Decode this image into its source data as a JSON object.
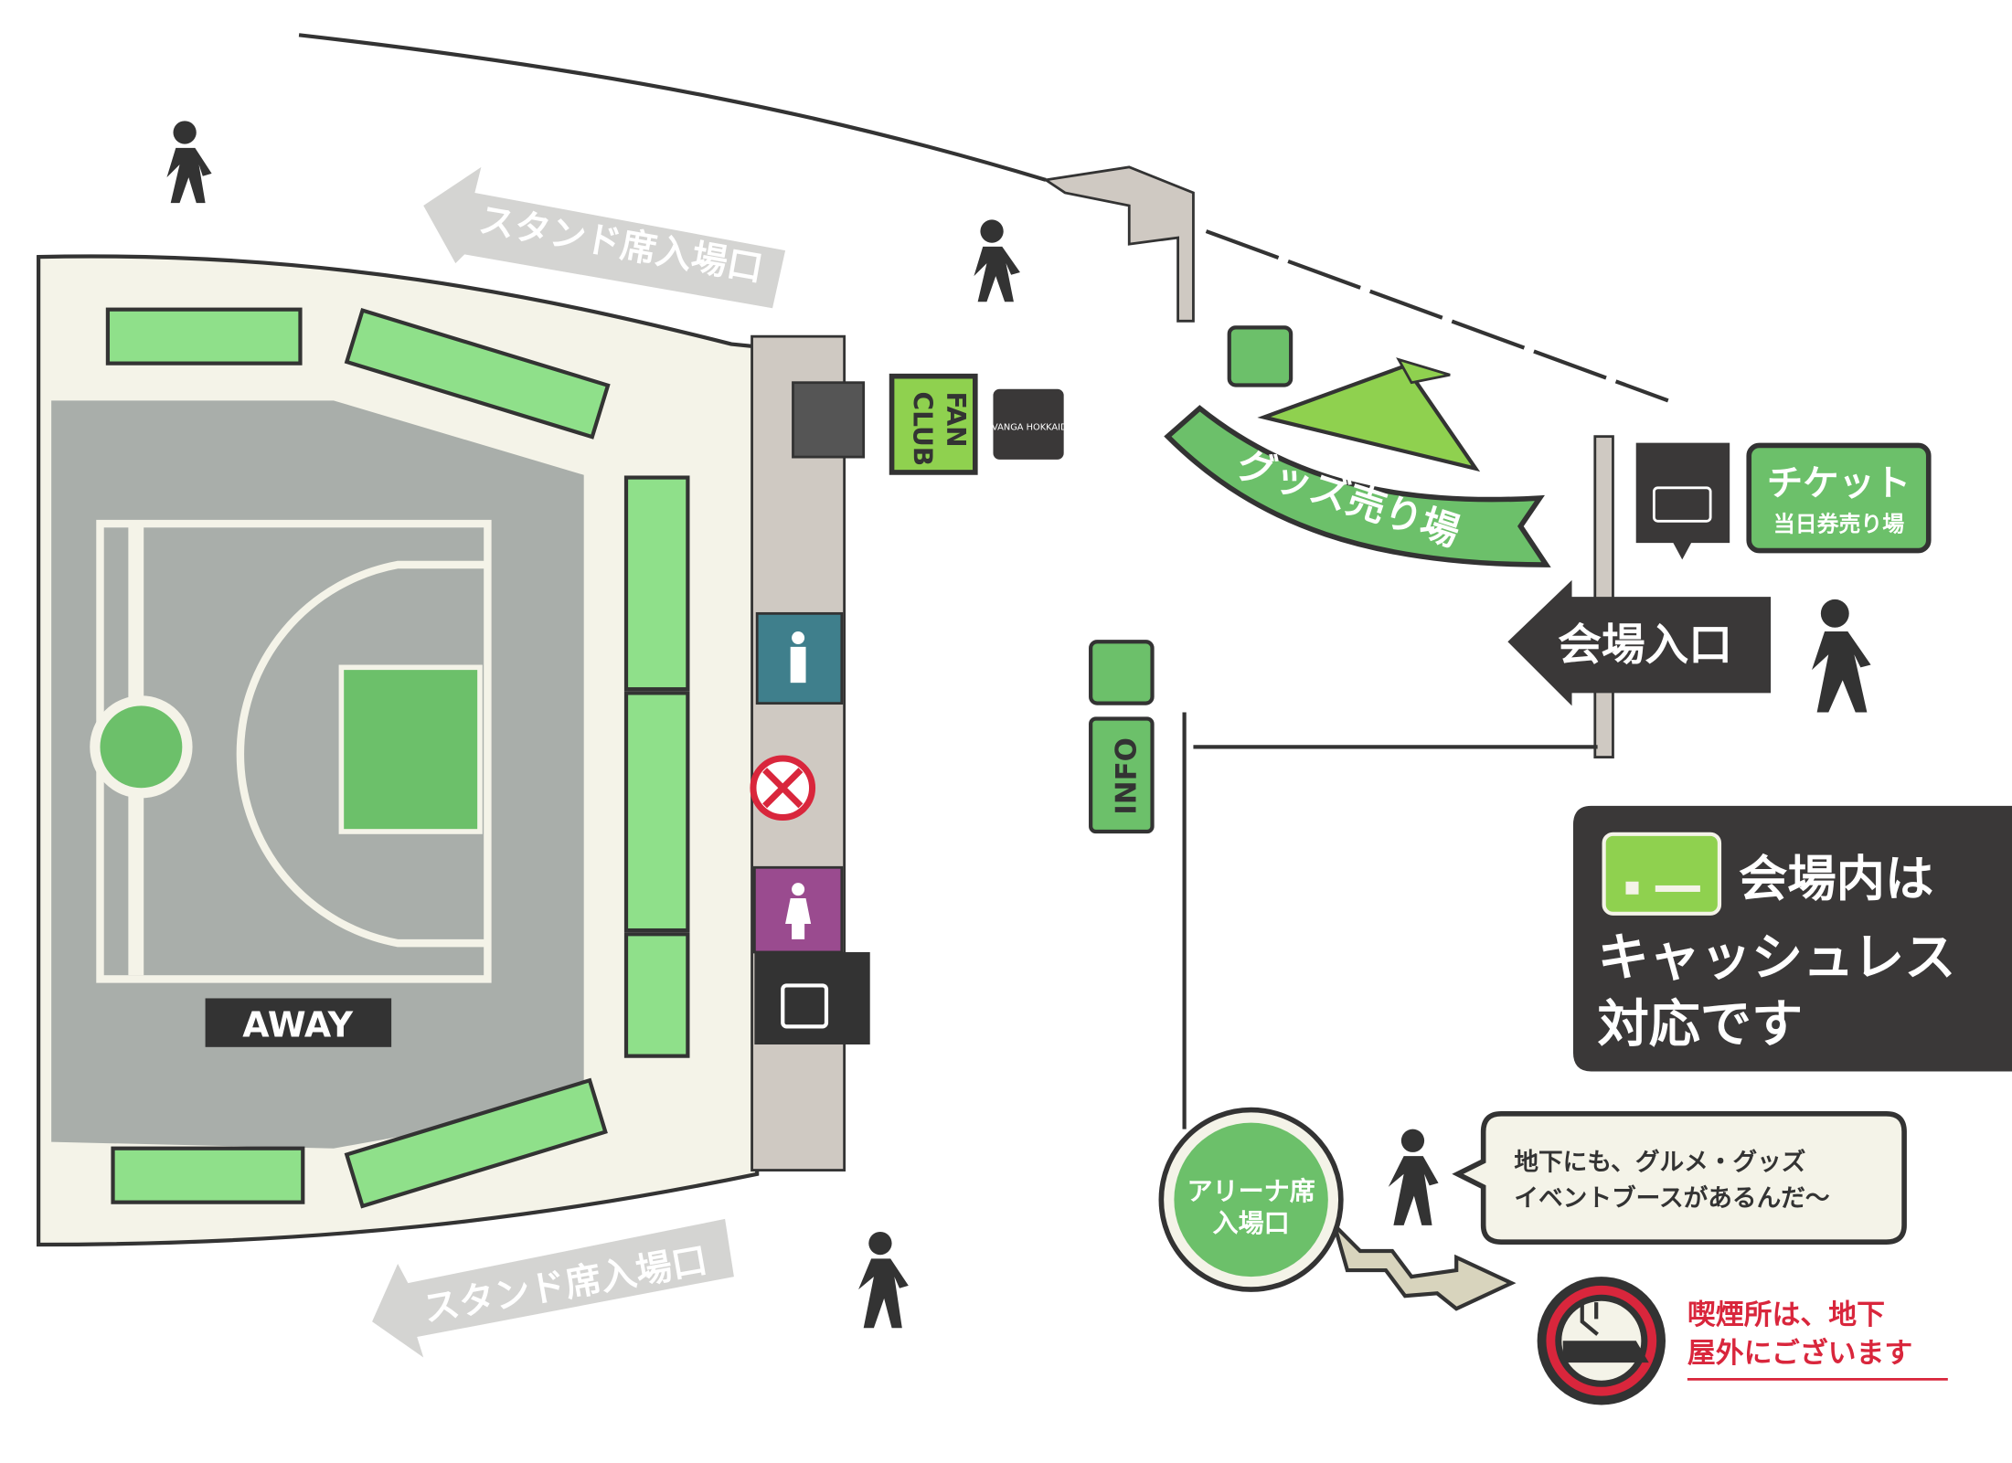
{
  "labels": {
    "stand_entrance_top": "スタンド席入場口",
    "stand_entrance_bottom": "スタンド席入場口",
    "away": "AWAY",
    "fan_club_line1": "FAN",
    "fan_club_line2": "CLUB",
    "logo_text": "LEVANGA HOKKAIDO",
    "goods_shop": "グッズ売り場",
    "ticket_title": "チケット",
    "ticket_sub": "当日券売り場",
    "main_entrance": "会場入口",
    "info": "INFO",
    "cashless_line1": "会場内は",
    "cashless_line2": "キャッシュレス",
    "cashless_line3": "対応です",
    "arena_entrance_line1": "アリーナ席",
    "arena_entrance_line2": "入場口",
    "speech_line1": "地下にも、グルメ・グッズ",
    "speech_line2": "イベントブースがあるんだ〜",
    "smoking_line1": "喫煙所は、地下",
    "smoking_line2": "屋外にございます"
  },
  "colors": {
    "green": "#6cc06a",
    "lime": "#8fd14f",
    "dark": "#3a3838",
    "court_gray": "#a9aeaa",
    "cream": "#f4f3e8",
    "restroom_men": "#3f7f8c",
    "restroom_women": "#9a4b8f",
    "smoking_red": "#d9263c",
    "arrow_gray": "#d4d4d2"
  },
  "icons": [
    "pedestrian-icon",
    "restroom-men-icon",
    "restroom-women-icon",
    "elevator-icon",
    "no-entry-icon",
    "ticket-icon",
    "baby-bottle-icon",
    "credit-card-icon",
    "smoking-area-icon",
    "tent-icon"
  ]
}
